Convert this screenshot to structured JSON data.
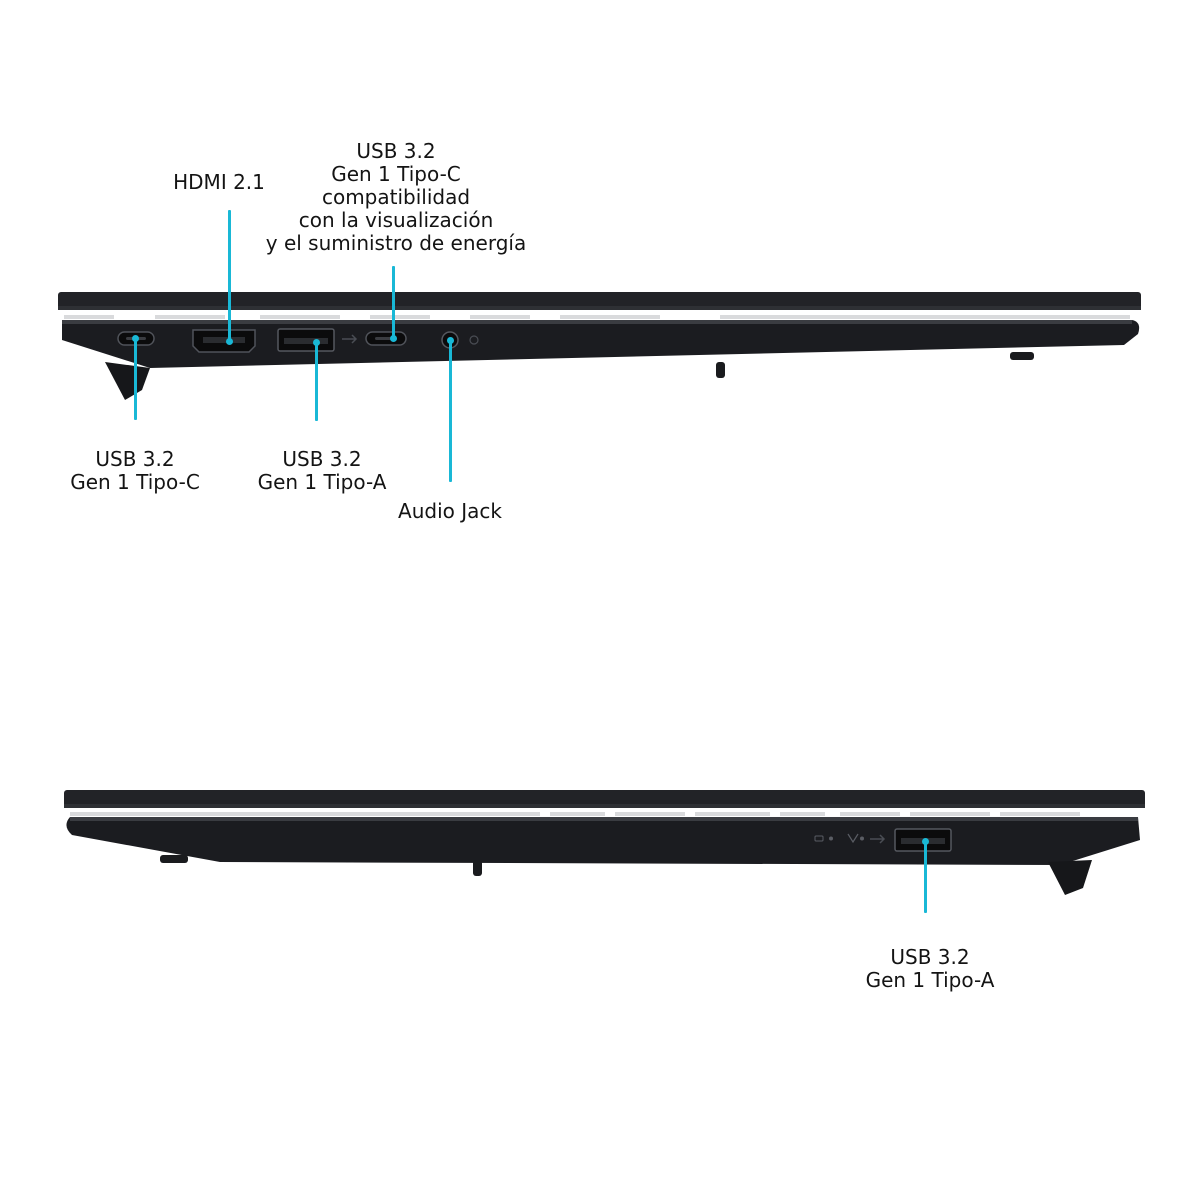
{
  "accent_color": "#19b8d6",
  "left_side": {
    "callouts_top": [
      {
        "id": "hdmi",
        "lines": [
          "HDMI 2.1"
        ]
      },
      {
        "id": "usbc-pd",
        "lines": [
          "USB 3.2",
          "Gen 1 Tipo-C",
          "compatibilidad",
          "con la visualización",
          "y el suministro de energía"
        ]
      }
    ],
    "callouts_bottom": [
      {
        "id": "usbc-1",
        "lines": [
          "USB 3.2",
          "Gen 1 Tipo-C"
        ]
      },
      {
        "id": "usba-1",
        "lines": [
          "USB 3.2",
          "Gen 1 Tipo-A"
        ]
      },
      {
        "id": "audio",
        "lines": [
          "Audio Jack"
        ]
      }
    ]
  },
  "right_side": {
    "callouts_bottom": [
      {
        "id": "usba-2",
        "lines": [
          "USB 3.2",
          "Gen 1 Tipo-A"
        ]
      }
    ]
  },
  "icons": [
    "usb-c-port-icon",
    "hdmi-port-icon",
    "usb-a-port-icon",
    "audio-jack-icon",
    "led-indicator-icon"
  ]
}
